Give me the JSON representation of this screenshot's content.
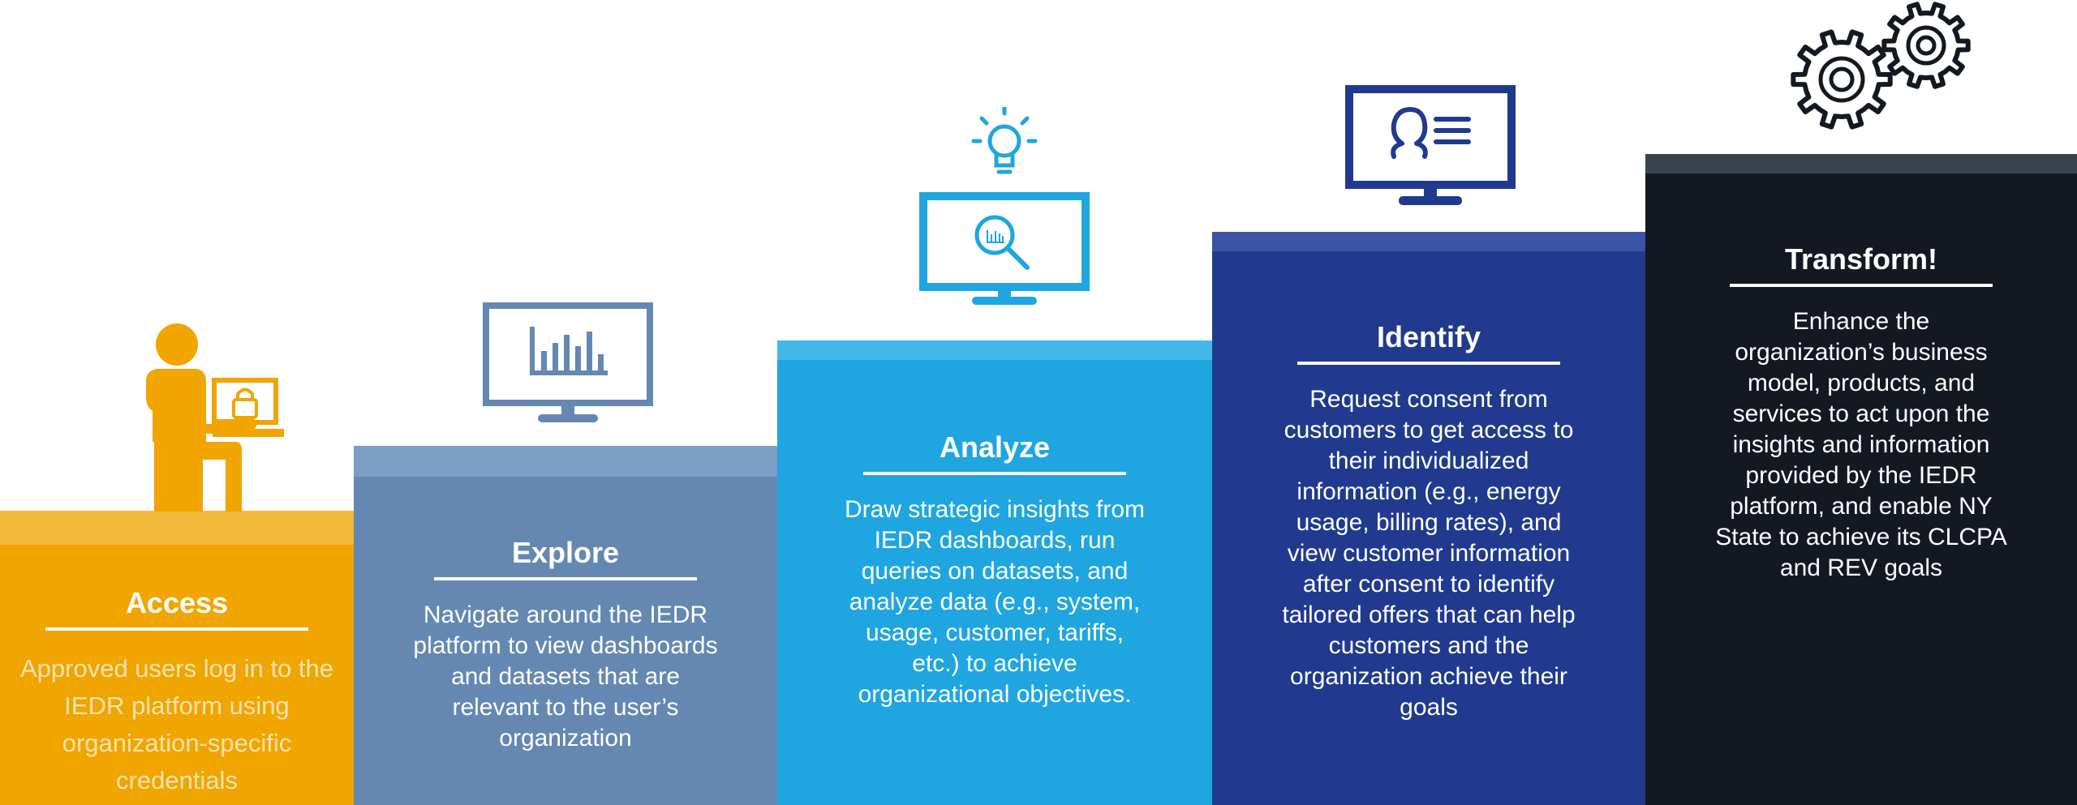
{
  "colors": {
    "access": "#F0A500",
    "explore": "#6588B2",
    "analyze": "#1FA6E0",
    "identify": "#213A8F",
    "transform": "#141921"
  },
  "steps": [
    {
      "title": "Access",
      "description": "Approved users log in to the IEDR platform using organization-specific credentials",
      "icon": "person-at-computer-icon"
    },
    {
      "title": "Explore",
      "description": "Navigate around the IEDR platform to view dashboards and datasets that are relevant to the user’s organization",
      "icon": "monitor-chart-icon"
    },
    {
      "title": "Analyze",
      "description": "Draw strategic insights from IEDR dashboards, run queries on datasets, and analyze data (e.g., system, usage, customer, tariffs, etc.) to achieve organizational objectives.",
      "icon": "monitor-magnifier-lightbulb-icon"
    },
    {
      "title": "Identify",
      "description": "Request consent from customers to get access to their individualized information (e.g., energy usage, billing rates), and view customer information after consent to identify tailored offers that can help customers and the organization achieve their goals",
      "icon": "monitor-profile-icon"
    },
    {
      "title": "Transform!",
      "description": "Enhance the organization’s business model, products, and services to act upon the insights and information provided by the IEDR platform, and enable NY State to achieve its CLCPA and REV goals",
      "icon": "gears-icon"
    }
  ]
}
